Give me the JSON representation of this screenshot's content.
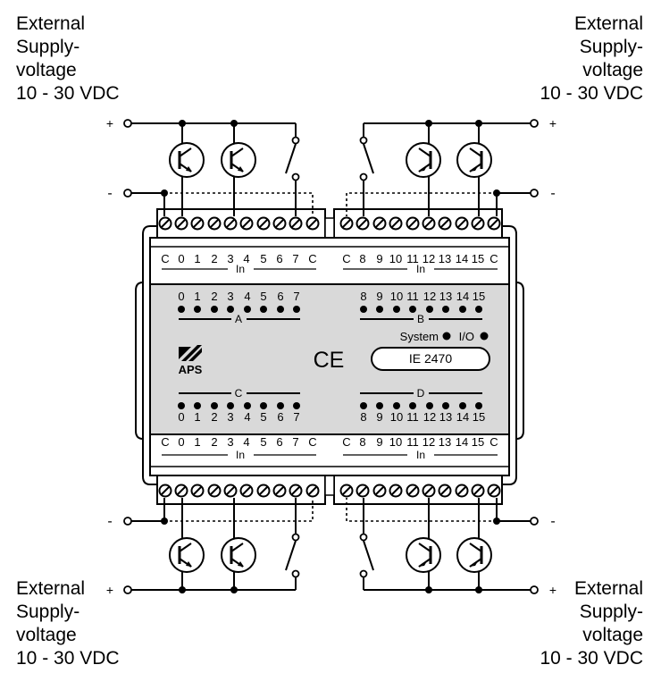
{
  "supply_label": {
    "line1": "External",
    "line2": "Supply-",
    "line3": "voltage",
    "line4": "10 - 30 VDC"
  },
  "polarity": {
    "plus": "+",
    "minus": "-"
  },
  "terminal_labels": {
    "left": [
      "C",
      "0",
      "1",
      "2",
      "3",
      "4",
      "5",
      "6",
      "7",
      "C"
    ],
    "right": [
      "C",
      "8",
      "9",
      "10",
      "11",
      "12",
      "13",
      "14",
      "15",
      "C"
    ],
    "in": "In"
  },
  "led_labels": {
    "left": [
      "0",
      "1",
      "2",
      "3",
      "4",
      "5",
      "6",
      "7"
    ],
    "right": [
      "8",
      "9",
      "10",
      "11",
      "12",
      "13",
      "14",
      "15"
    ]
  },
  "groups": {
    "a": "A",
    "b": "B",
    "c": "C",
    "d": "D"
  },
  "status": {
    "system": "System",
    "io": "I/O"
  },
  "brand": {
    "logo_text": "APS",
    "ce_mark": "CE"
  },
  "model": "IE 2470"
}
